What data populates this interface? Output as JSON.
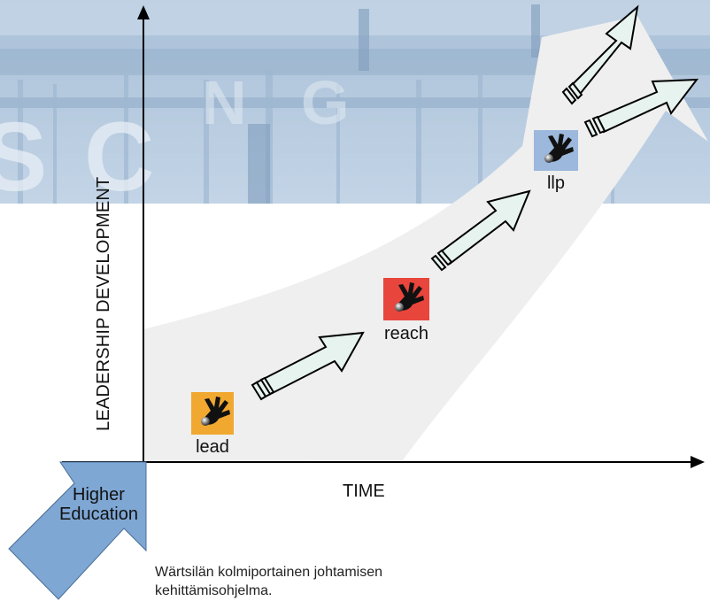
{
  "diagram": {
    "y_axis_label": "LEADERSHIP DEVELOPMENT",
    "x_axis_label": "TIME",
    "origin_label_line1": "Higher",
    "origin_label_line2": "Education",
    "caption_line1": "Wärtsilän kolmiportainen johtamisen",
    "caption_line2": "kehittämisohjelma.",
    "stages": [
      {
        "label": "lead",
        "icon": "hand-icon",
        "color": "#f0a830"
      },
      {
        "label": "reach",
        "icon": "hand-icon",
        "color": "#e8453c"
      },
      {
        "label": "llp",
        "icon": "hand-icon",
        "color": "#9cb8dc"
      }
    ],
    "colors": {
      "banner": "#b9cce0",
      "swoosh": "#efefef",
      "growth_arrow_fill": "#e7f3ee",
      "origin_arrow": "#7ea7d4"
    }
  }
}
